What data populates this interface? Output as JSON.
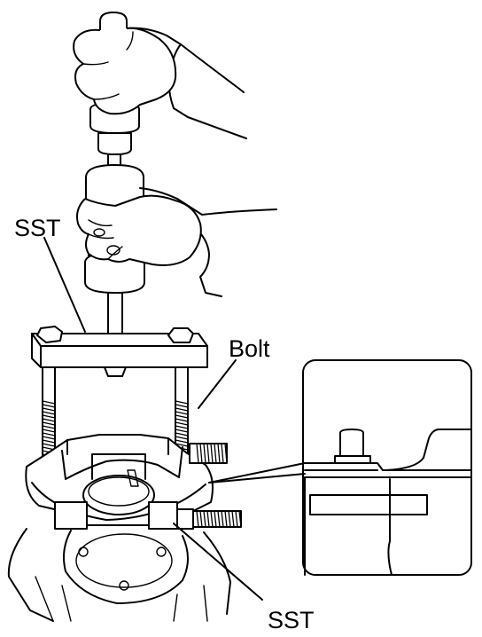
{
  "labels": {
    "sst_top": "SST",
    "bolt": "Bolt",
    "sst_bottom": "SST"
  },
  "colors": {
    "ink": "#000000",
    "background": "#ffffff"
  }
}
